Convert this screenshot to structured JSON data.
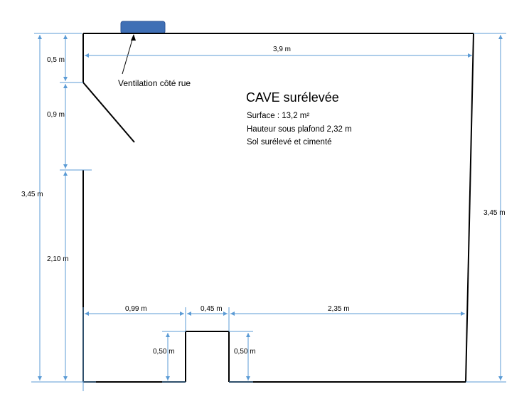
{
  "colors": {
    "dimension_lines": "#5b9bd5",
    "walls": "#000000",
    "vent_fill": "#3f6fb5",
    "vent_stroke": "#2e5597"
  },
  "vent": {
    "label": "Ventilation côté rue"
  },
  "title": {
    "heading": "CAVE surélevée",
    "lines": [
      "Surface : 13,2 m²",
      "Hauteur sous plafond 2,32 m",
      "Sol surélevé et cimenté"
    ]
  },
  "dimensions": {
    "top_width": "3,9 m",
    "left_top_segment": "0,5 m",
    "left_window_segment": "0,9 m",
    "left_total_height": "3,45 m",
    "left_lower_segment": "2,10 m",
    "right_total_height": "3,45 m",
    "bottom_left_width": "0,99 m",
    "bottom_opening_width": "0,45 m",
    "bottom_right_width": "2,35  m",
    "notch_left_height": "0,50 m",
    "notch_right_height": "0,50  m"
  }
}
